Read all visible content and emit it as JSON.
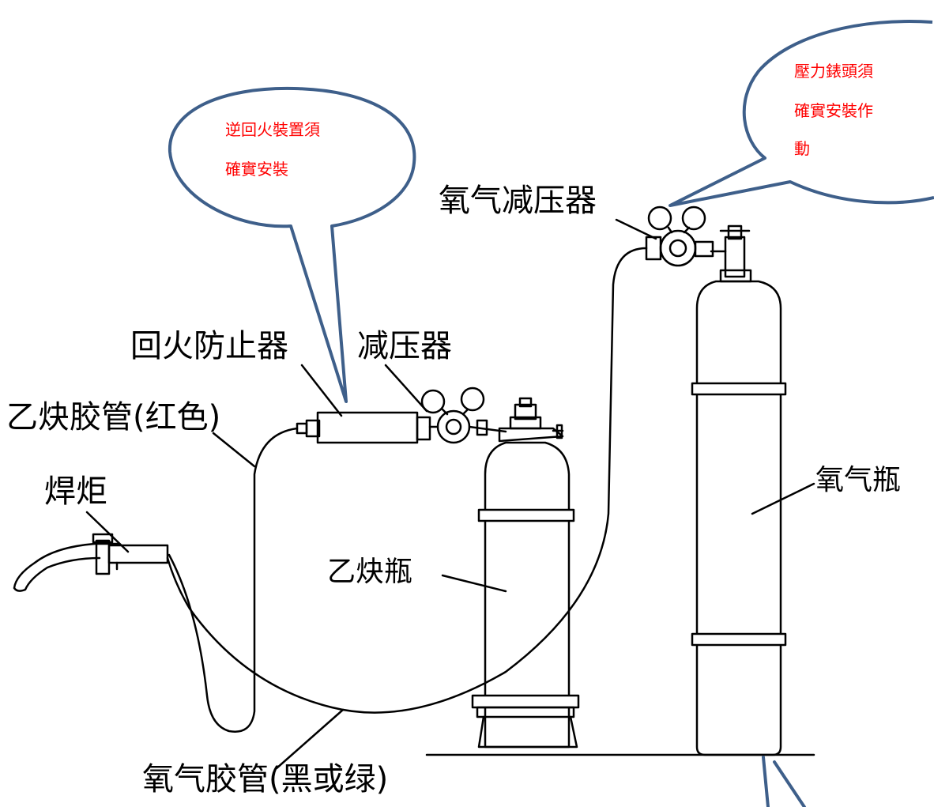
{
  "labels": {
    "oxygen_regulator": "氧气减压器",
    "flashback_arrestor": "回火防止器",
    "regulator": "减压器",
    "acetylene_hose": "乙炔胶管(红色)",
    "torch": "焊炬",
    "acetylene_cylinder": "乙炔瓶",
    "oxygen_cylinder": "氧气瓶",
    "oxygen_hose": "氧气胶管(黑或绿)"
  },
  "callouts": {
    "left_line1": "逆回火裝置須",
    "left_line2": "確實安裝",
    "right_line1": "壓力錶頭須",
    "right_line2": "確實安裝作",
    "right_line3": "動"
  },
  "colors": {
    "bubble_fill": "#ffffff",
    "bubble_stroke": "#3e5f8a",
    "callout_text": "#ff0000",
    "ink": "#000000"
  }
}
